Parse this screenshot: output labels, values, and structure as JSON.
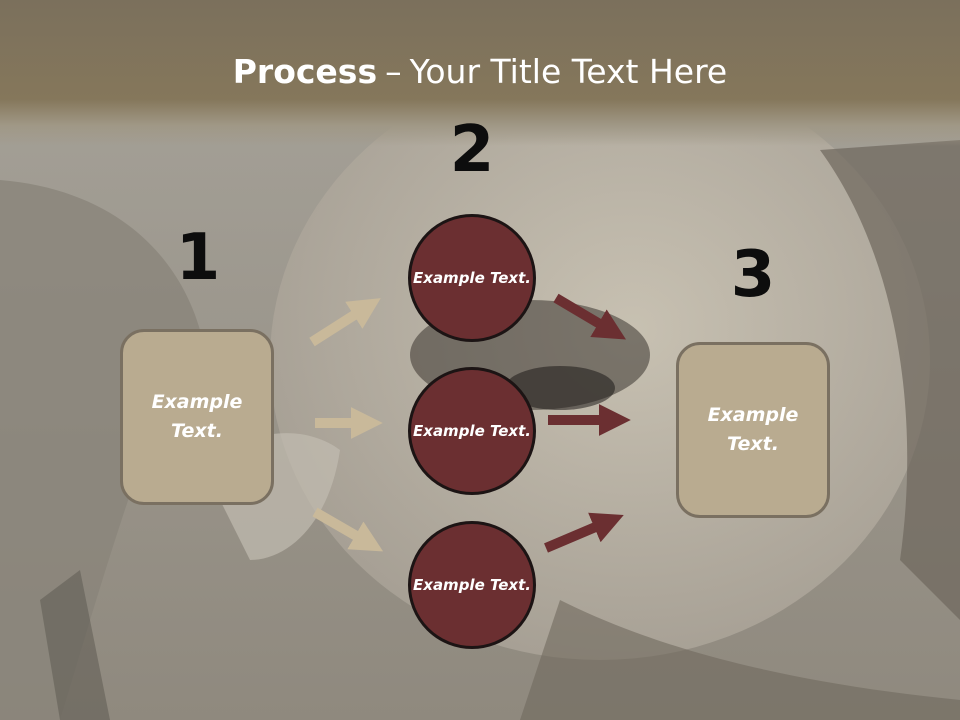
{
  "title": {
    "bold": "Process",
    "dash": "–",
    "rest": "Your Title Text Here"
  },
  "steps": [
    {
      "number": "1",
      "box_text": "Example Text."
    },
    {
      "number": "2",
      "circles": [
        "Example Text.",
        "Example Text.",
        "Example Text."
      ]
    },
    {
      "number": "3",
      "box_text": "Example Text."
    }
  ],
  "colors": {
    "box": "#b9ab90",
    "circle": "#6b2f31",
    "arrow_light": "#c9b99a",
    "arrow_dark": "#6b2f31",
    "header": "#85775b"
  }
}
